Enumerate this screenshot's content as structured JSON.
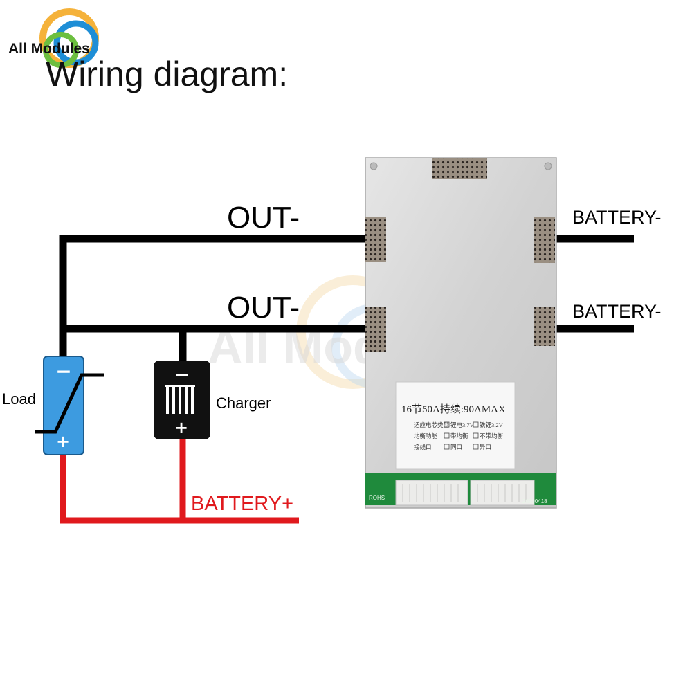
{
  "logo": {
    "text": "All Modules"
  },
  "title": "Wiring diagram:",
  "labels": {
    "out_top": "OUT-",
    "out_bottom": "OUT-",
    "battery_neg_top": "BATTERY-",
    "battery_neg_bottom": "BATTERY-",
    "battery_pos": "BATTERY+",
    "load": "Load",
    "charger": "Charger"
  },
  "symbols": {
    "minus": "−",
    "plus": "+"
  },
  "board_label": {
    "spec": "16节50A持续:90AMAX",
    "row1_a": "适应电芯类型",
    "row1_b": "锂电3.7V",
    "row1_c": "铁锂3.2V",
    "row2_a": "均衡功能",
    "row2_b": "带均衡",
    "row2_c": "不带均衡",
    "row3_a": "接线口",
    "row3_b": "同口",
    "row3_c": "异口"
  },
  "pcb": {
    "rohs": "ROHS",
    "date": "20200418"
  },
  "watermark": "All Modules",
  "colors": {
    "wire_black": "#000000",
    "wire_red": "#e0191d",
    "load_blue": "#3d9be0",
    "charger_black": "#111111",
    "board_metal": "#d9d9d9",
    "pcb_green": "#1f8a3c"
  },
  "icons": [
    "logo-icon",
    "load-switch-icon",
    "charger-battery-icon",
    "bms-board-image"
  ]
}
